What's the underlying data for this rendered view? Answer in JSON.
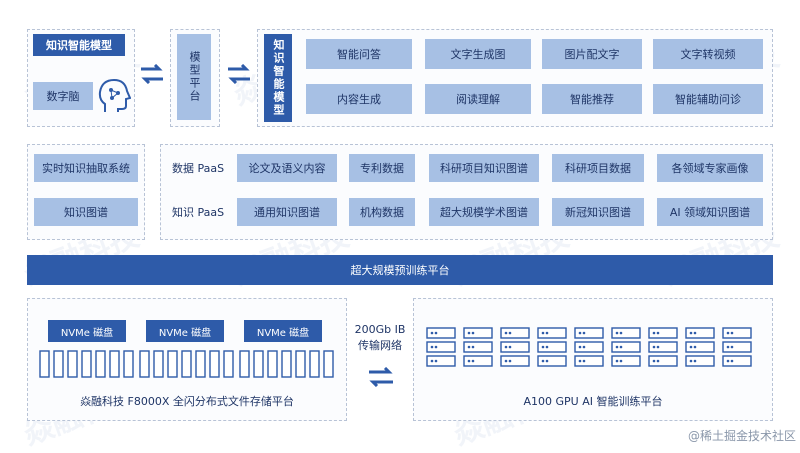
{
  "model_section": {
    "title": "知识智能模型",
    "digital_brain": "数字脑",
    "platform_label": "模型平台",
    "vertical_label": "知识智能模型",
    "apps": [
      "智能问答",
      "文字生成图",
      "图片配文字",
      "文字转视频",
      "内容生成",
      "阅读理解",
      "智能推荐",
      "智能辅助问诊"
    ]
  },
  "data_section": {
    "left_items": [
      "实时知识抽取系统",
      "知识图谱"
    ],
    "row1_label": "数据 PaaS",
    "row1_items": [
      "论文及语义内容",
      "专利数据",
      "科研项目知识图谱",
      "科研项目数据",
      "各领域专家画像"
    ],
    "row2_label": "知识 PaaS",
    "row2_items": [
      "通用知识图谱",
      "机构数据",
      "超大规模学术图谱",
      "新冠知识图谱",
      "AI 领域知识图谱"
    ]
  },
  "training_bar": "超大规模预训练平台",
  "storage": {
    "nvme_label": "NVMe 磁盘",
    "caption": "焱融科技 F8000X 全闪分布式文件存储平台"
  },
  "network": {
    "line1": "200Gb IB",
    "line2": "传输网络"
  },
  "gpu_caption": "A100 GPU AI 智能训练平台",
  "watermark": "焱融科技",
  "footer_watermark": "@稀土掘金技术社区"
}
